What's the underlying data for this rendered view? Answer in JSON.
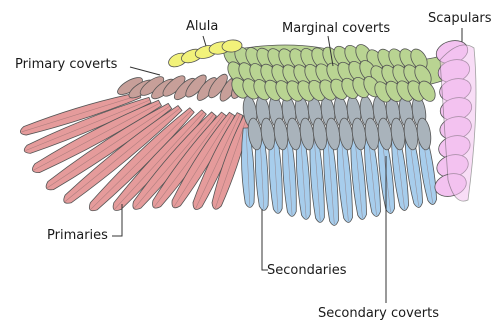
{
  "labels": {
    "alula": "Alula",
    "marginal_coverts": "Marginal coverts",
    "scapulars": "Scapulars",
    "primary_coverts": "Primary coverts",
    "primaries": "Primaries",
    "secondaries": "Secondaries",
    "secondary_coverts": "Secondary coverts"
  },
  "colors": {
    "primaries": "#e59b9b",
    "primary_coverts": "#c79f99",
    "alula": "#f2f27a",
    "marginal_coverts": "#b9d492",
    "secondary_coverts": "#a9b3bb",
    "secondaries": "#a7cdec",
    "scapulars": "#f3c2f0",
    "stroke": "#555555"
  }
}
